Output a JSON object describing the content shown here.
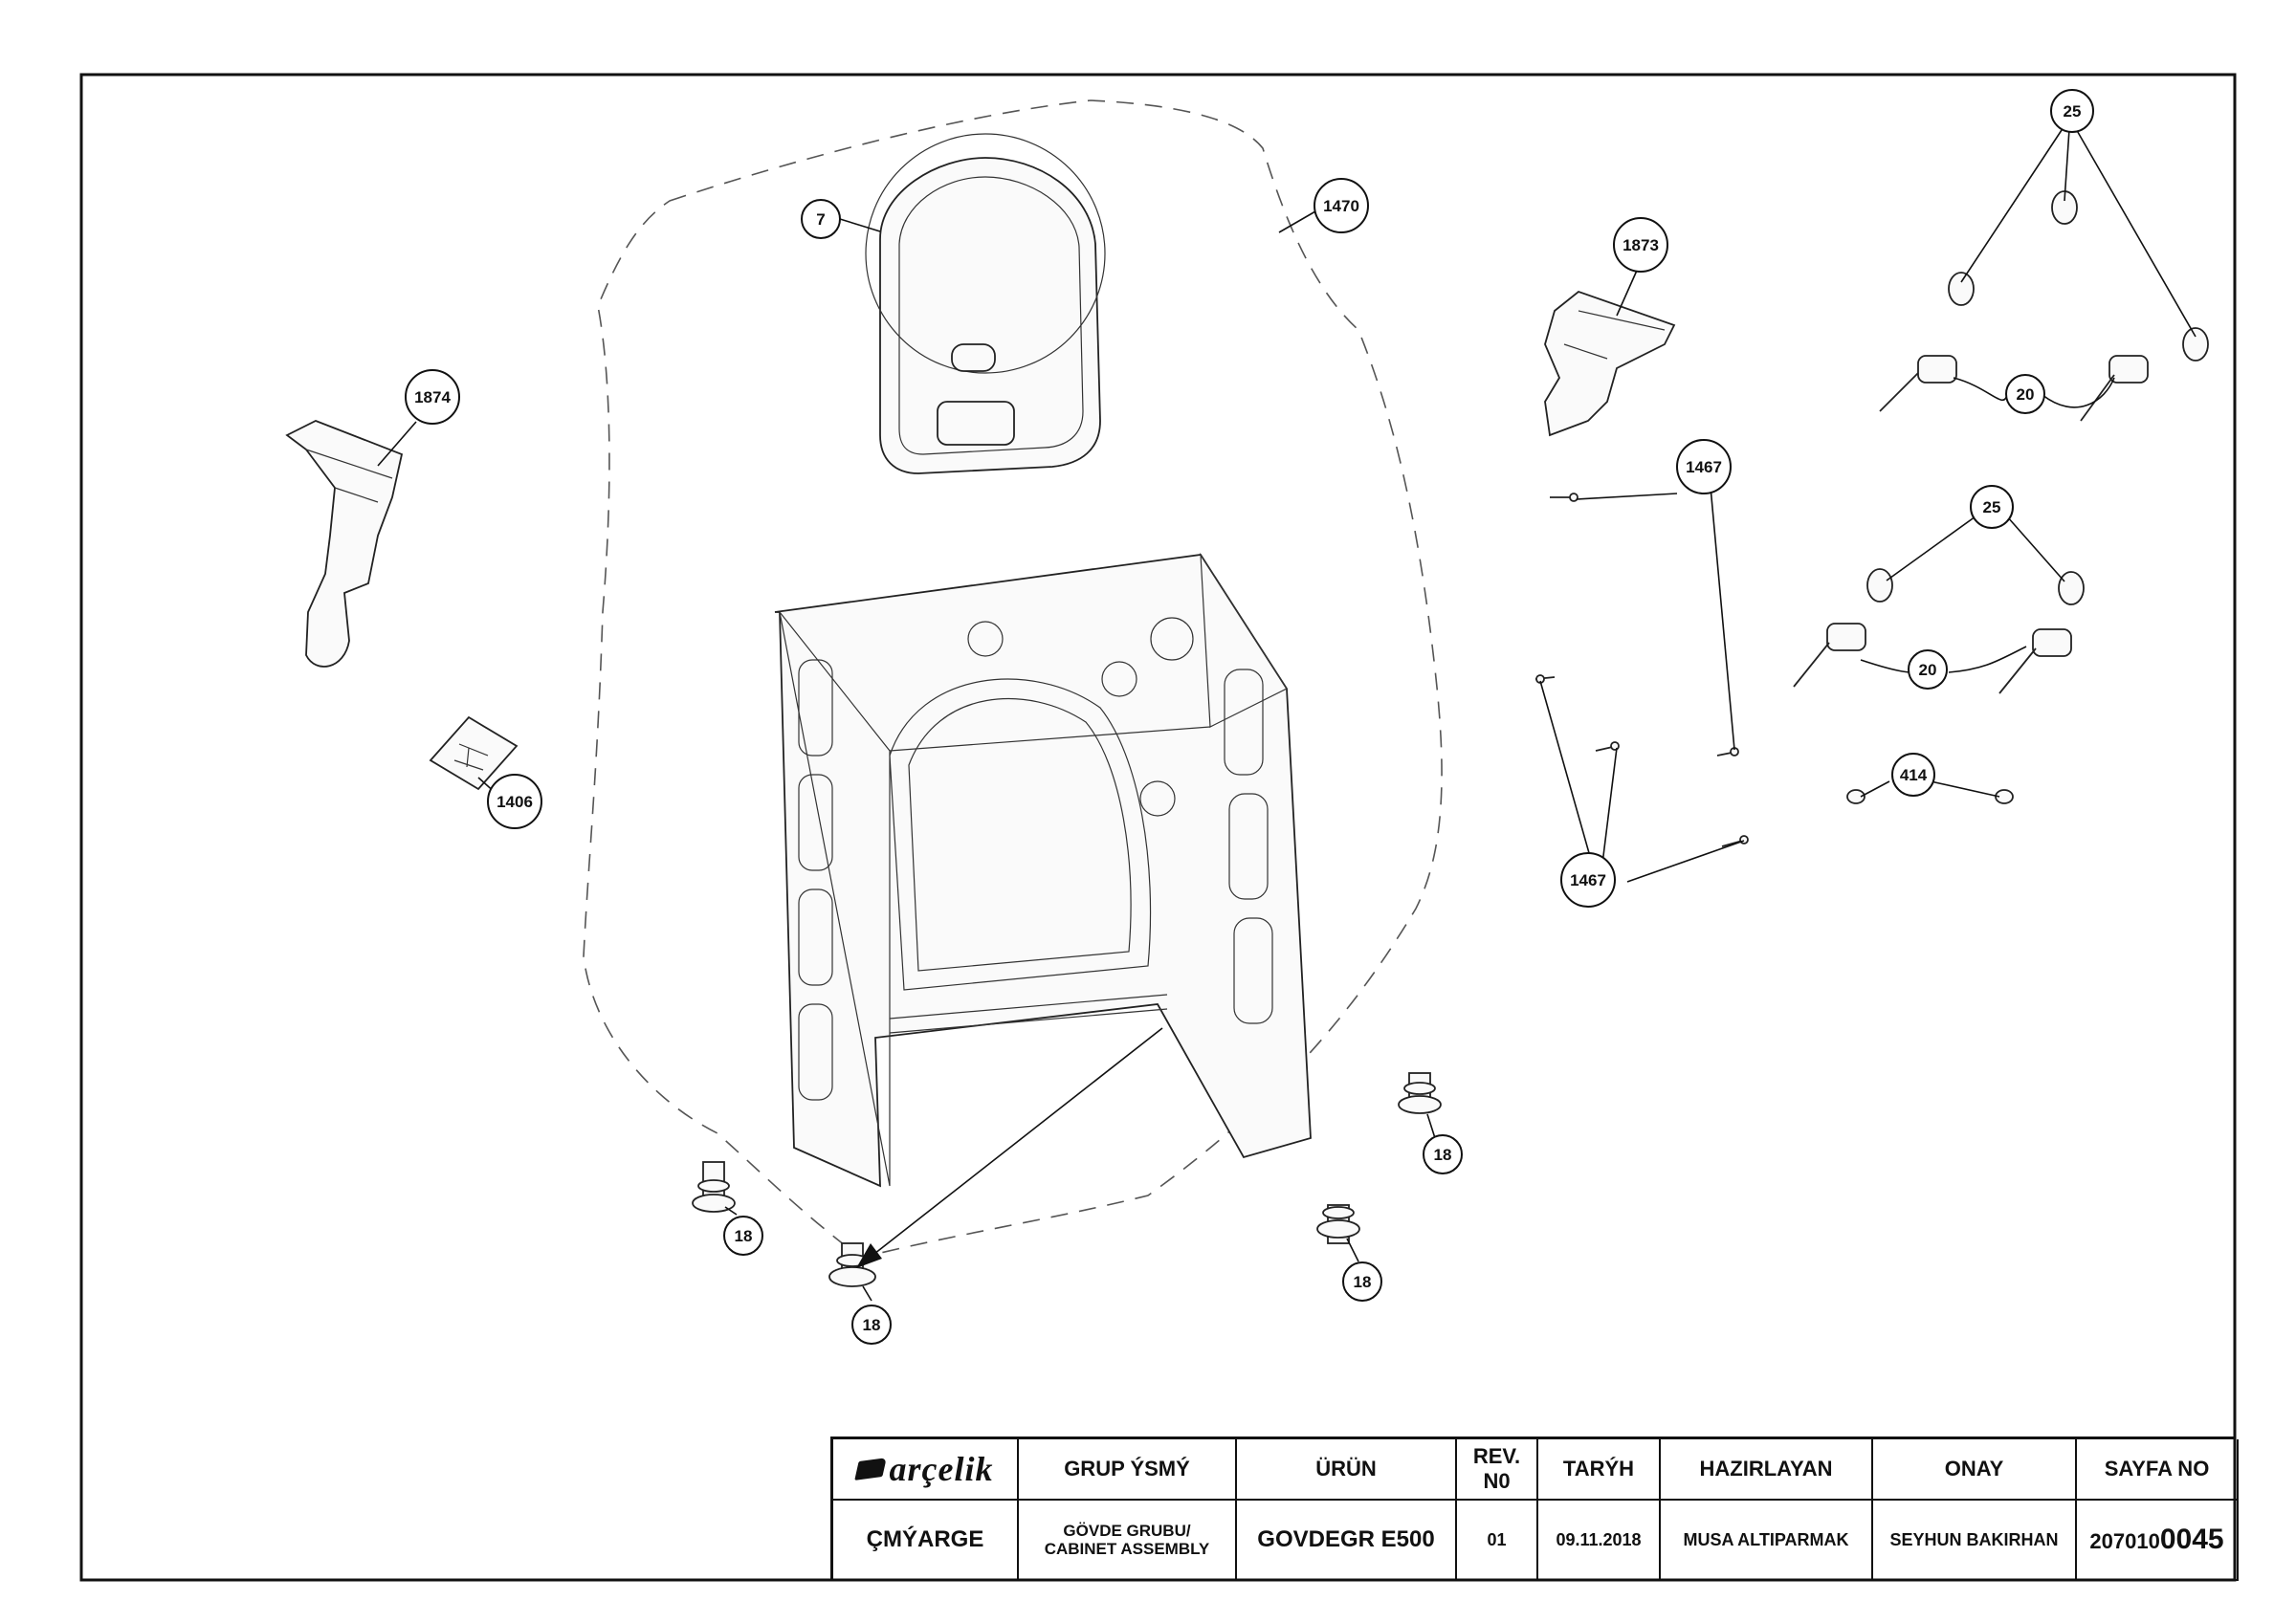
{
  "callouts": {
    "c7": "7",
    "c1470": "1470",
    "c1874": "1874",
    "c1406": "1406",
    "c1873": "1873",
    "c1467a": "1467",
    "c1467b": "1467",
    "c25a": "25",
    "c20a": "20",
    "c25b": "25",
    "c20b": "20",
    "c414": "414",
    "c18a": "18",
    "c18b": "18",
    "c18c": "18",
    "c18d": "18"
  },
  "title_block": {
    "logo_text": "arçelik",
    "headers": {
      "group_name": "GRUP ÝSMÝ",
      "product": "ÜRÜN",
      "rev_no_line1": "REV.",
      "rev_no_line2": "N0",
      "date": "TARÝH",
      "prepared_by": "HAZIRLAYAN",
      "approval": "ONAY",
      "page_no": "SAYFA NO"
    },
    "values": {
      "company": "ÇMÝARGE",
      "group_name_line1": "GÖVDE GRUBU/",
      "group_name_line2": "CABINET ASSEMBLY",
      "product": "GOVDEGR E500",
      "rev_no": "01",
      "date": "09.11.2018",
      "prepared_by": "MUSA ALTIPARMAK",
      "approval": "SEYHUN BAKIRHAN",
      "page_no_prefix": "207010",
      "page_no_suffix": "0045"
    }
  },
  "colors": {
    "line": "#111111",
    "paper": "#ffffff"
  }
}
